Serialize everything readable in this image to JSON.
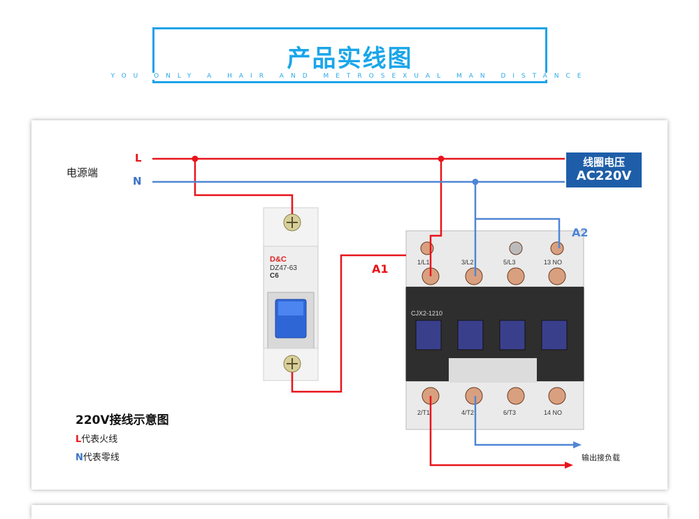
{
  "header": {
    "title": "产品实线图",
    "subtitle": "YOU ONLY A HAIR AND METROSEXUAL MAN DISTANCE"
  },
  "diagram": {
    "power_label": "电源端",
    "line_L": "L",
    "line_N": "N",
    "coil_voltage_label": "线圈电压",
    "coil_voltage_value": "AC220V",
    "terminal_A1": "A1",
    "terminal_A2": "A2",
    "breaker": {
      "brand": "D&C",
      "model": "DZ47-63",
      "rating": "C6"
    },
    "contactor": {
      "model": "CJX2-1210",
      "top_terminals": [
        "1/L1",
        "3/L2",
        "5/L3",
        "13 NO"
      ],
      "bottom_terminals": [
        "2/T1",
        "4/T2",
        "6/T3",
        "14 NO"
      ]
    },
    "output_label": "输出接负载"
  },
  "legend": {
    "title": "220V接线示意图",
    "items": [
      {
        "key": "L",
        "text": "代表火线",
        "color": "#e8141b"
      },
      {
        "key": "N",
        "text": "代表零线",
        "color": "#3c74c8"
      }
    ]
  },
  "colors": {
    "live": "#e8141b",
    "neutral": "#4f86d6",
    "accent": "#1aa6ea",
    "coil_box": "#1e5ea8"
  }
}
